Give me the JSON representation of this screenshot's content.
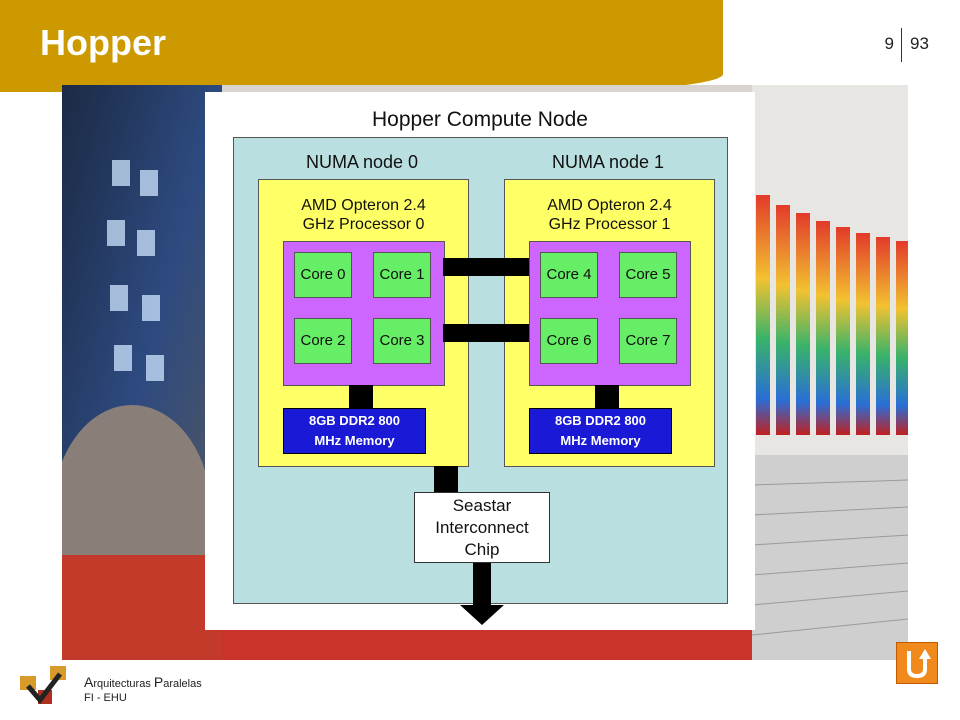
{
  "header": {
    "title": "Hopper",
    "page_current": "9",
    "page_total": "93"
  },
  "diagram": {
    "title": "Hopper Compute Node",
    "numa_nodes": [
      {
        "label": "NUMA node 0",
        "processor": [
          "AMD Opteron 2.4",
          "GHz Processor 0"
        ],
        "cores": [
          "Core 0",
          "Core 1",
          "Core 2",
          "Core 3"
        ],
        "memory": [
          "8GB DDR2 800",
          "MHz Memory"
        ]
      },
      {
        "label": "NUMA node 1",
        "processor": [
          "AMD Opteron 2.4",
          "GHz Processor 1"
        ],
        "cores": [
          "Core 4",
          "Core 5",
          "Core 6",
          "Core 7"
        ],
        "memory": [
          "8GB DDR2 800",
          "MHz Memory"
        ]
      }
    ],
    "chip": [
      "Seastar",
      "Interconnect",
      "Chip"
    ]
  },
  "footer": {
    "line1_a": "A",
    "line1_b": "rquitecturas ",
    "line1_c": "P",
    "line1_d": "aralelas",
    "line2": "FI - EHU"
  },
  "colors": {
    "header": "#cc9900",
    "node_area": "#b9dfe1",
    "processor": "#ffff66",
    "core_group": "#cc66ff",
    "core": "#66ee66",
    "memory": "#1a1ad6",
    "return_button": "#f08a1c"
  },
  "icons": {
    "logo": "checkmark-logo-icon",
    "return": "return-arrow-icon"
  }
}
